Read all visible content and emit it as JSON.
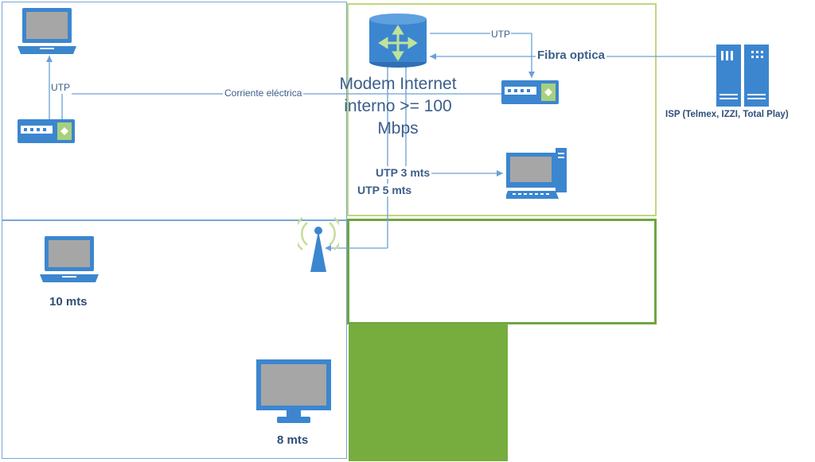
{
  "labels": {
    "utp_top": "UTP",
    "fibra": "Fibra optica",
    "utp_left": "UTP",
    "corriente": "Corriente eléctrica",
    "modem_line1": "Modem Internet",
    "modem_line2": "interno >= 100",
    "modem_line3": "Mbps",
    "isp": "ISP (Telmex, IZZI, Total Play)",
    "utp3": "UTP 3 mts",
    "utp5": "UTP 5 mts",
    "dist10": "10 mts",
    "dist8": "8 mts"
  },
  "colors": {
    "device_blue": "#4a8bd0",
    "line_blue": "#6aa0d6",
    "label_blue": "#3b5e8a",
    "lime_border": "#bfd77c",
    "green_border": "#6fa63f",
    "green_fill": "#76ad3e"
  },
  "icons": [
    "router-icon",
    "modem-icon",
    "server-icon",
    "laptop-icon",
    "desktop-icon",
    "wifi-antenna-icon",
    "monitor-icon"
  ]
}
